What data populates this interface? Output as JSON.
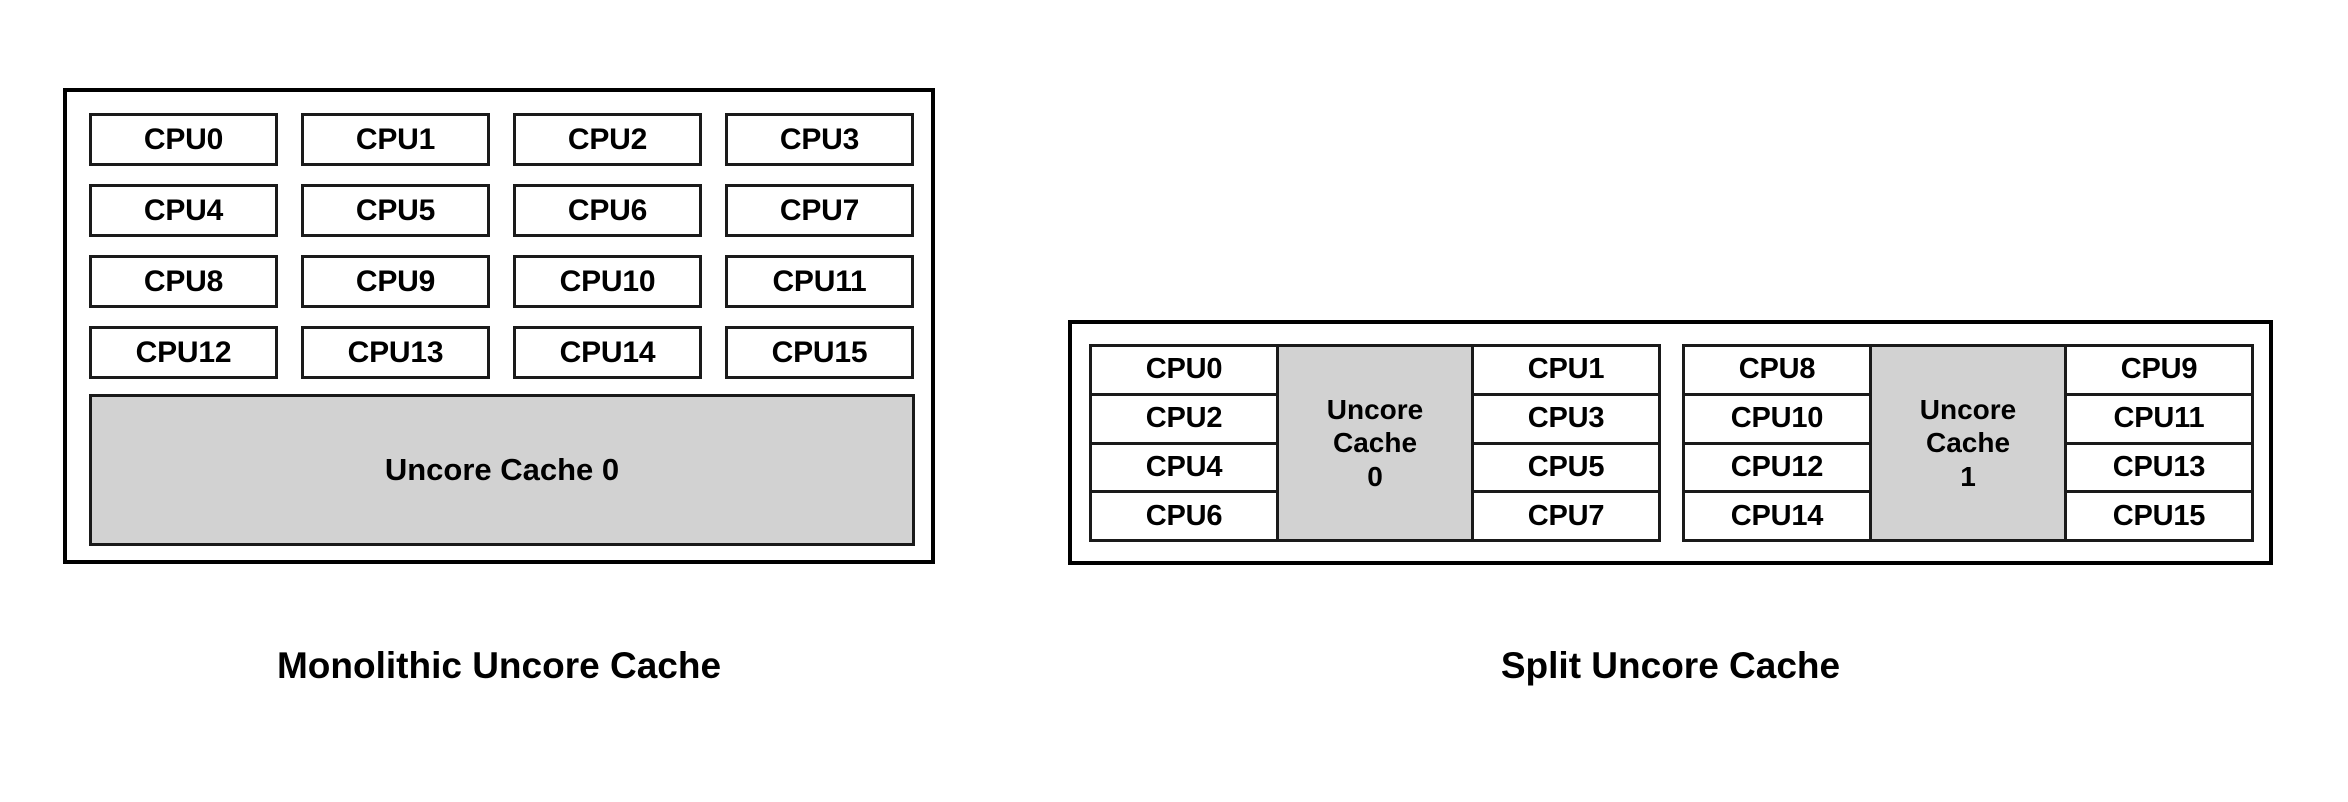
{
  "figure": {
    "background_color": "#ffffff",
    "cache_fill_color": "#d2d2d2",
    "border_color": "#000000"
  },
  "monolithic": {
    "caption": "Monolithic Uncore Cache",
    "cpus": [
      "CPU0",
      "CPU1",
      "CPU2",
      "CPU3",
      "CPU4",
      "CPU5",
      "CPU6",
      "CPU7",
      "CPU8",
      "CPU9",
      "CPU10",
      "CPU11",
      "CPU12",
      "CPU13",
      "CPU14",
      "CPU15"
    ],
    "cache_label": "Uncore Cache 0"
  },
  "split": {
    "caption": "Split Uncore Cache",
    "clusters": [
      {
        "left_cpus": [
          "CPU0",
          "CPU2",
          "CPU4",
          "CPU6"
        ],
        "cache_line1": "Uncore",
        "cache_line2": "Cache",
        "cache_line3": "0",
        "right_cpus": [
          "CPU1",
          "CPU3",
          "CPU5",
          "CPU7"
        ]
      },
      {
        "left_cpus": [
          "CPU8",
          "CPU10",
          "CPU12",
          "CPU14"
        ],
        "cache_line1": "Uncore",
        "cache_line2": "Cache",
        "cache_line3": "1",
        "right_cpus": [
          "CPU9",
          "CPU11",
          "CPU13",
          "CPU15"
        ]
      }
    ]
  }
}
